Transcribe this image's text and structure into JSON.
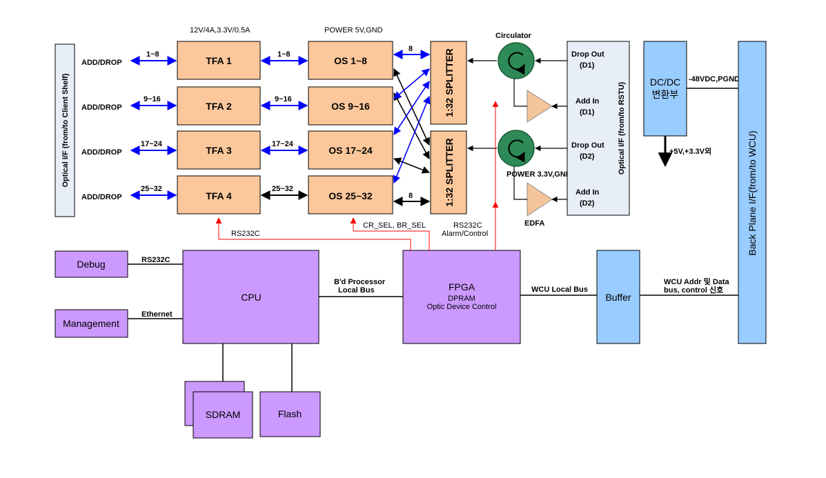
{
  "colors": {
    "tfa_fill": "#fcc89b",
    "os_fill": "#fcc89b",
    "splitter_fill": "#fcc89b",
    "purple_fill": "#cc99ff",
    "blue_fill": "#99ccff",
    "panel_fill": "#e8eef7",
    "circulator_fill": "#2e8b57",
    "edfa_fill": "#f4c59a",
    "blue_arrow": "#0000ff",
    "red_line": "#ff0000"
  },
  "left_panel": {
    "label": "Optical I/F (from/to Client Shelf)"
  },
  "add_drop": [
    "ADD/DROP",
    "ADD/DROP",
    "ADD/DROP",
    "ADD/DROP"
  ],
  "tfa": {
    "header": "12V/4A,3.3V/0.5A",
    "boxes": [
      "TFA 1",
      "TFA 2",
      "TFA 3",
      "TFA 4"
    ],
    "in_labels": [
      "1~8",
      "9~16",
      "17~24",
      "25~32"
    ]
  },
  "os": {
    "header": "POWER 5V,GND",
    "boxes": [
      "OS 1~8",
      "OS 9~16",
      "OS 17~24",
      "OS 25~32"
    ],
    "in_labels": [
      "1~8",
      "9~16",
      "17~24",
      "25~32"
    ]
  },
  "splitters": [
    "1:32 SPLITTER",
    "1:32 SPLITTER"
  ],
  "splitter_links": [
    "8",
    "8"
  ],
  "circulator": {
    "label": "Circulator",
    "power": "POWER 3.3V,GND"
  },
  "edfa": {
    "label": "EDFA"
  },
  "right_panel": {
    "label": "Optical I/F (from/to RSTU)",
    "drop_out_1": "Drop Out",
    "d1a": "(D1)",
    "add_in_1": "Add In",
    "d1b": "(D1)",
    "drop_out_2": "Drop Out",
    "d2a": "(D2)",
    "add_in_2": "Add In",
    "d2b": "(D2)"
  },
  "dcdc": {
    "line1": "DC/DC",
    "line2": "변환부",
    "input": "-48VDC,PGND",
    "output": "+5V,+3.3V외"
  },
  "backplane": {
    "label": "Back Plane I/F(from/to WCU)"
  },
  "debug": {
    "label": "Debug",
    "link": "RS232C"
  },
  "management": {
    "label": "Management",
    "link": "Ethernet"
  },
  "cpu": {
    "label": "CPU"
  },
  "sdram": {
    "label": "SDRAM"
  },
  "flash": {
    "label": "Flash"
  },
  "fpga": {
    "line1": "FPGA",
    "line2": "DPRAM",
    "line3": "Optic Device Control"
  },
  "buffer": {
    "label": "Buffer"
  },
  "bus_labels": {
    "bd_processor_1": "B'd Processor",
    "bd_processor_2": "Local Bus",
    "wcu_local_bus": "WCU Local Bus",
    "wcu_addr_1": "WCU Addr 및 Data",
    "wcu_addr_2": "bus, control 신호"
  },
  "control_labels": {
    "rs232c": "RS232C",
    "cr_br_sel": "CR_SEL, BR_SEL",
    "rs232c_alarm_1": "RS232C",
    "rs232c_alarm_2": "Alarm/Control"
  }
}
